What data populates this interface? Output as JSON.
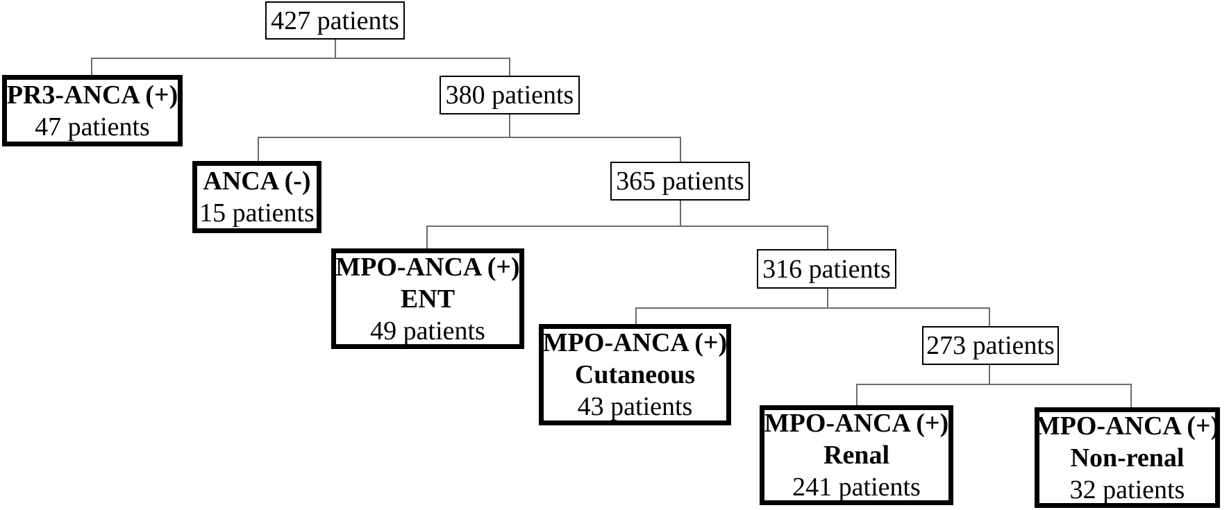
{
  "diagram": {
    "colors": {
      "background": "#ffffff",
      "box_border": "#000000",
      "text": "#000000",
      "connector": "#6b6b6b"
    },
    "nodes": {
      "total": {
        "label": "427 patients"
      },
      "pr3_anca_pos": {
        "title": "PR3-ANCA (+)",
        "count": "47 patients"
      },
      "n380": {
        "label": "380 patients"
      },
      "anca_neg": {
        "title": "ANCA (-)",
        "count": "15 patients"
      },
      "n365": {
        "label": "365 patients"
      },
      "mpo_ent": {
        "title": "MPO-ANCA (+)",
        "subtitle": "ENT",
        "count": "49 patients"
      },
      "n316": {
        "label": "316 patients"
      },
      "mpo_cutaneous": {
        "title": "MPO-ANCA (+)",
        "subtitle": "Cutaneous",
        "count": "43 patients"
      },
      "n273": {
        "label": "273 patients"
      },
      "mpo_renal": {
        "title": "MPO-ANCA (+)",
        "subtitle": "Renal",
        "count": "241 patients"
      },
      "mpo_non_renal": {
        "title": "MPO-ANCA (+)",
        "subtitle": "Non-renal",
        "count": "32 patients"
      }
    }
  }
}
